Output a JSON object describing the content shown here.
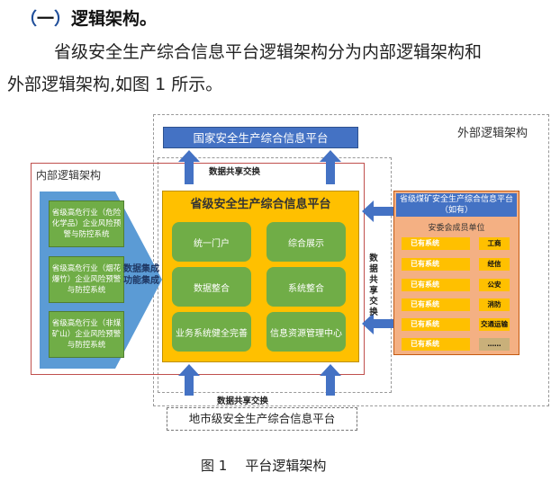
{
  "heading": {
    "paren_open": "（",
    "num": "一",
    "paren_close": "）",
    "title": "逻辑架构。"
  },
  "paragraph": {
    "line1": "省级安全生产综合信息平台逻辑架构分为内部逻辑架构和",
    "line2": "外部逻辑架构,如图 1 所示。"
  },
  "diagram": {
    "outer_label": "外部逻辑架构",
    "gov_platform": "国家安全生产综合信息平台",
    "inner_label": "内部逻辑架构",
    "share_top": "数据共享交换",
    "share_bottom": "数据共享交换",
    "share_right": "数据共享交换",
    "collect_label": "数据集成功能集成",
    "industry_systems": [
      "省级高危行业（危险化学品）企业风险预警与防控系统",
      "省级高危行业（烟花爆竹）企业风险预警与防控系统",
      "省级高危行业（非煤矿山）企业风险预警与防控系统"
    ],
    "platform_title": "省级安全生产综合信息平台",
    "modules": [
      "统一门户",
      "综合展示",
      "数据整合",
      "系统整合",
      "业务系统健全完善",
      "信息资源管理中心"
    ],
    "coal_platform": "省级煤矿安全生产综合信息平台（如有）",
    "member_title": "安委会成员单位",
    "existing_system_label": "已有系统",
    "members": [
      "工商",
      "经信",
      "公安",
      "消防",
      "交通运输",
      "……"
    ],
    "city_platform": "地市级安全生产综合信息平台"
  },
  "caption": {
    "fig": "图 1",
    "title": "平台逻辑架构"
  },
  "colors": {
    "blue": "#4472c4",
    "green": "#70ad47",
    "yellow": "#ffc000",
    "orange": "#f4b083",
    "red_border": "#c0504d"
  }
}
